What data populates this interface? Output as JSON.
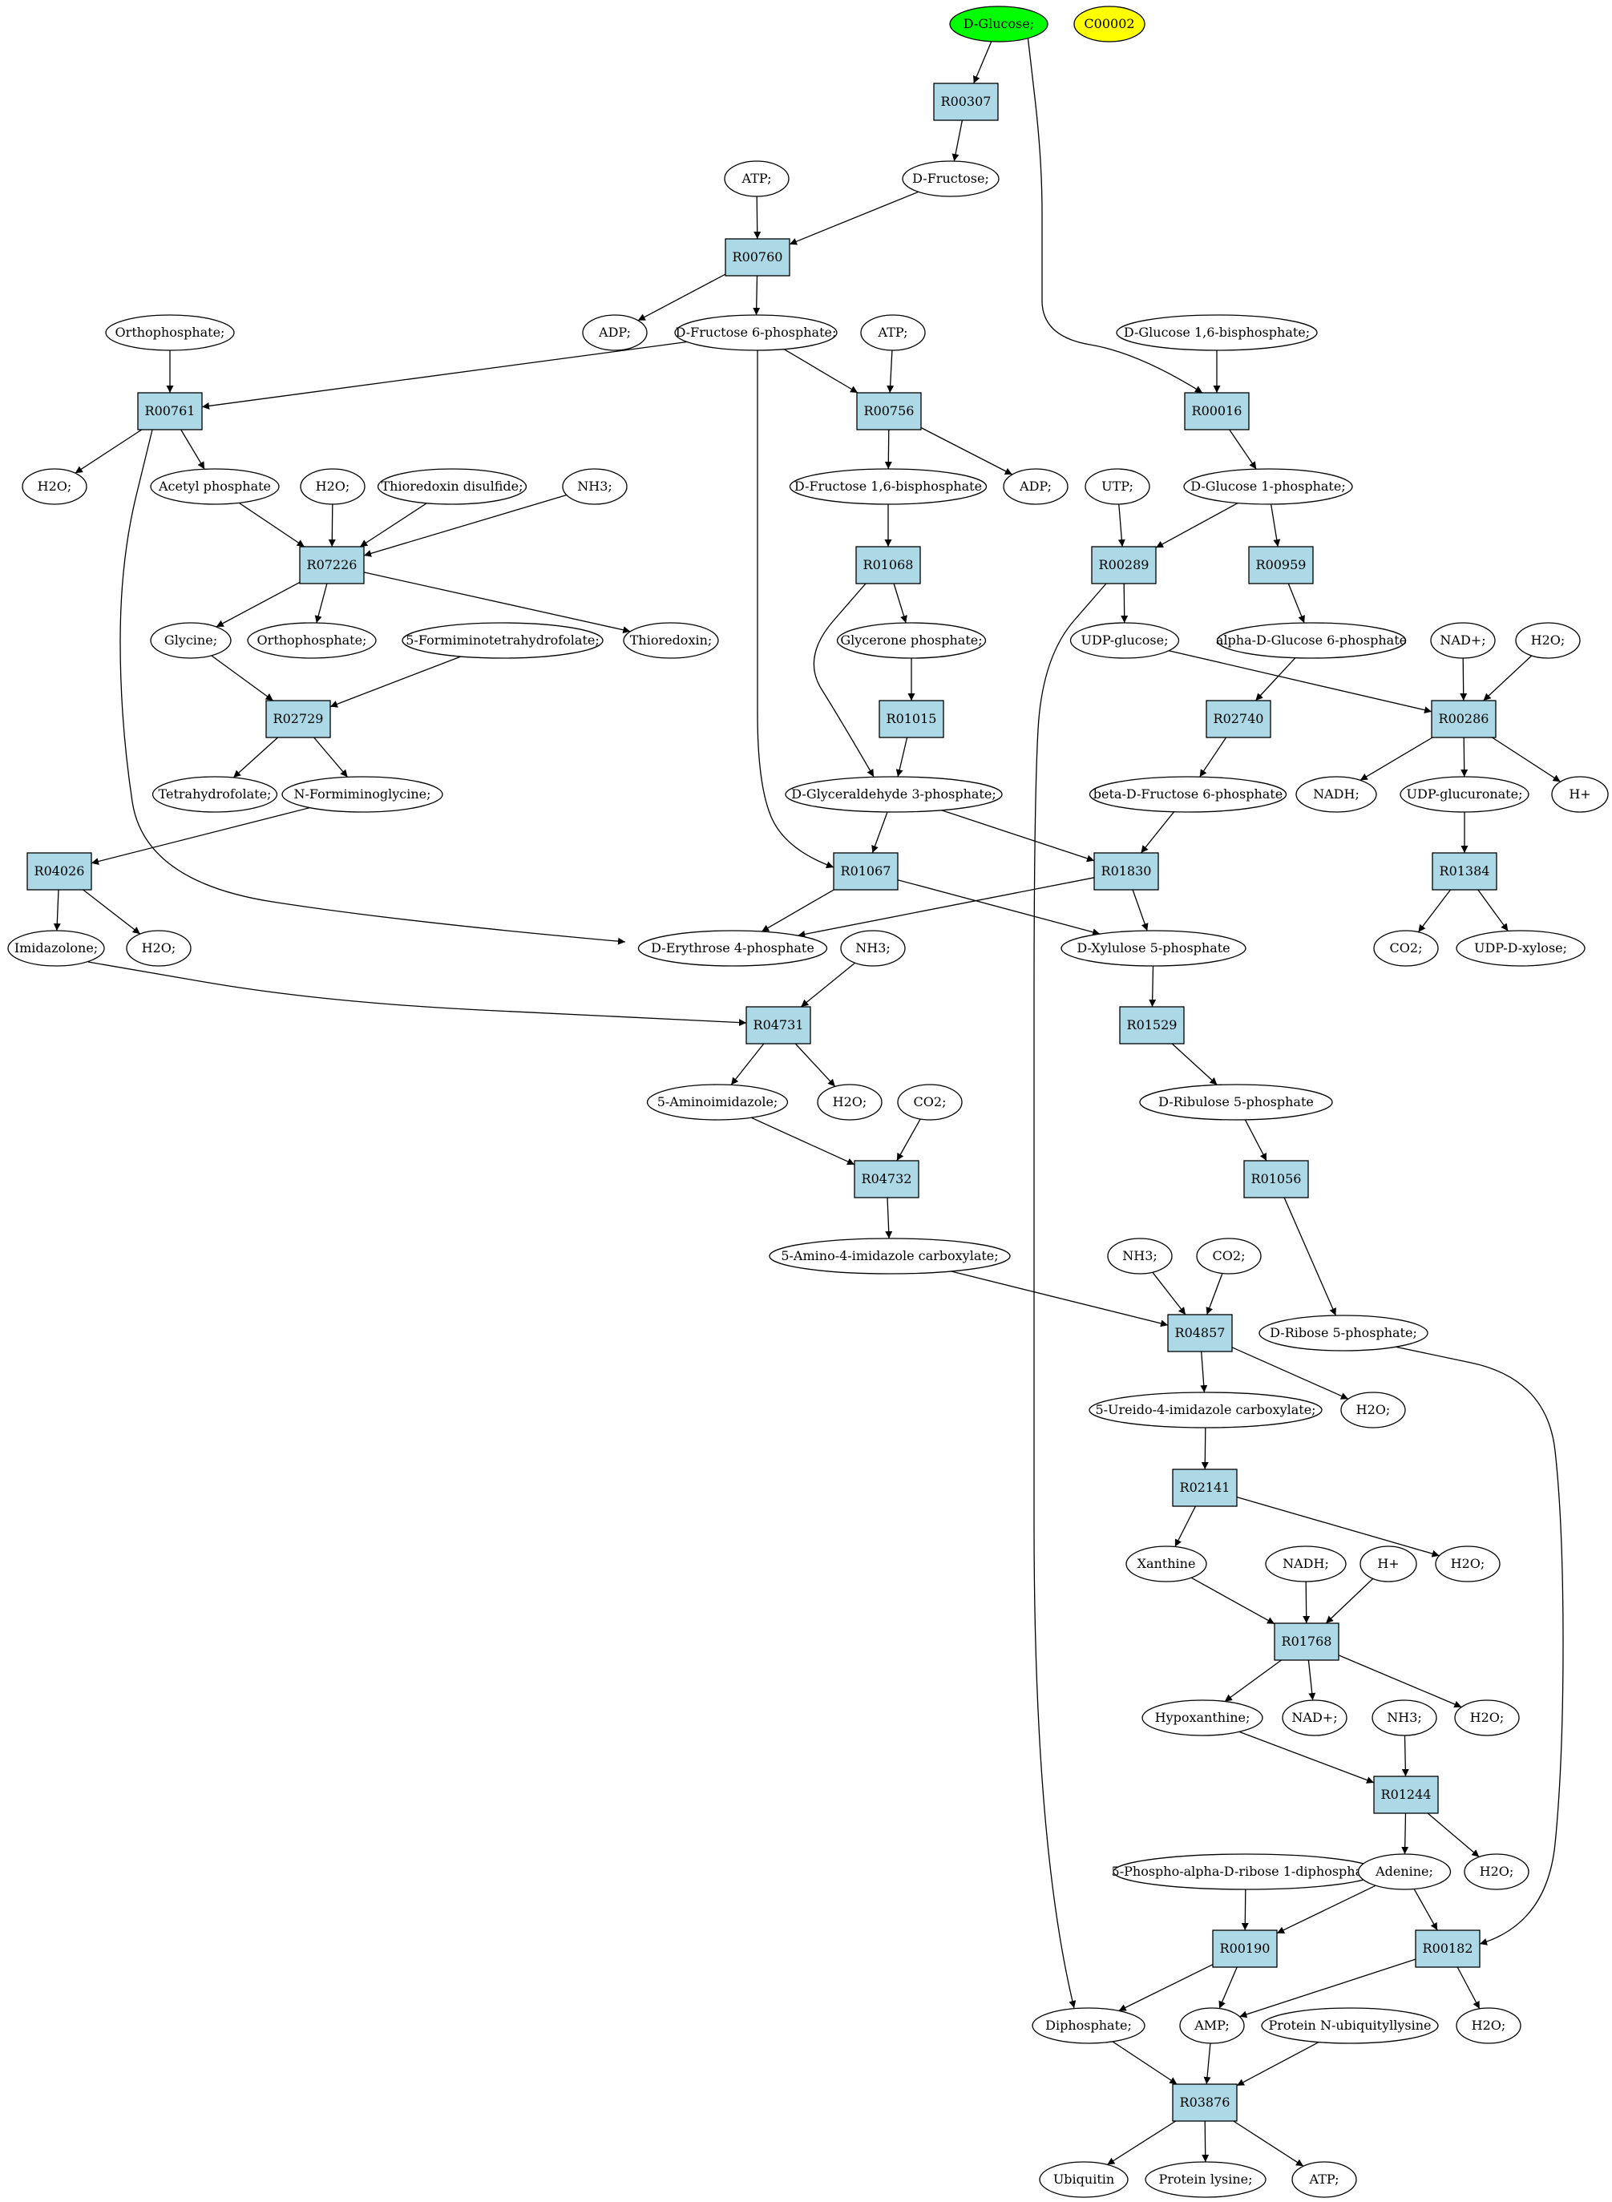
{
  "colors": {
    "reaction_fill": "#add8e6",
    "compound_fill": "#ffffff",
    "start_fill": "#00ff00",
    "highlight_fill": "#ffff00",
    "stroke": "#000000"
  },
  "nodes": [
    {
      "id": "dglucose",
      "type": "compound",
      "label": "D-Glucose;",
      "fill": "start"
    },
    {
      "id": "c00002",
      "type": "compound",
      "label": "C00002",
      "fill": "highlight"
    },
    {
      "id": "R00307",
      "type": "reaction",
      "label": "R00307"
    },
    {
      "id": "atp1",
      "type": "compound",
      "label": "ATP;"
    },
    {
      "id": "dfructose",
      "type": "compound",
      "label": "D-Fructose;"
    },
    {
      "id": "R00760",
      "type": "reaction",
      "label": "R00760"
    },
    {
      "id": "ortho1",
      "type": "compound",
      "label": "Orthophosphate;"
    },
    {
      "id": "adp1",
      "type": "compound",
      "label": "ADP;"
    },
    {
      "id": "f6p",
      "type": "compound",
      "label": "D-Fructose 6-phosphate;"
    },
    {
      "id": "atp2",
      "type": "compound",
      "label": "ATP;"
    },
    {
      "id": "g16bp",
      "type": "compound",
      "label": "D-Glucose 1,6-bisphosphate;"
    },
    {
      "id": "R00761",
      "type": "reaction",
      "label": "R00761"
    },
    {
      "id": "R00756",
      "type": "reaction",
      "label": "R00756"
    },
    {
      "id": "R00016",
      "type": "reaction",
      "label": "R00016"
    },
    {
      "id": "h2o1",
      "type": "compound",
      "label": "H2O;"
    },
    {
      "id": "acetylp",
      "type": "compound",
      "label": "Acetyl phosphate"
    },
    {
      "id": "h2o2",
      "type": "compound",
      "label": "H2O;"
    },
    {
      "id": "thiodis",
      "type": "compound",
      "label": "Thioredoxin disulfide;"
    },
    {
      "id": "nh3a",
      "type": "compound",
      "label": "NH3;"
    },
    {
      "id": "f16bp",
      "type": "compound",
      "label": "D-Fructose 1,6-bisphosphate"
    },
    {
      "id": "adp2",
      "type": "compound",
      "label": "ADP;"
    },
    {
      "id": "utp",
      "type": "compound",
      "label": "UTP;"
    },
    {
      "id": "g1p",
      "type": "compound",
      "label": "D-Glucose 1-phosphate;"
    },
    {
      "id": "R07226",
      "type": "reaction",
      "label": "R07226"
    },
    {
      "id": "R01068",
      "type": "reaction",
      "label": "R01068"
    },
    {
      "id": "R00289",
      "type": "reaction",
      "label": "R00289"
    },
    {
      "id": "R00959",
      "type": "reaction",
      "label": "R00959"
    },
    {
      "id": "glycine",
      "type": "compound",
      "label": "Glycine;"
    },
    {
      "id": "ortho2",
      "type": "compound",
      "label": "Orthophosphate;"
    },
    {
      "id": "formimino",
      "type": "compound",
      "label": "5-Formiminotetrahydrofolate;"
    },
    {
      "id": "thioredoxin",
      "type": "compound",
      "label": "Thioredoxin;"
    },
    {
      "id": "glyceronep",
      "type": "compound",
      "label": "Glycerone phosphate;"
    },
    {
      "id": "udpglc",
      "type": "compound",
      "label": "UDP-glucose;"
    },
    {
      "id": "ag6p",
      "type": "compound",
      "label": "alpha-D-Glucose 6-phosphate"
    },
    {
      "id": "nadp1",
      "type": "compound",
      "label": "NAD+;"
    },
    {
      "id": "h2o3",
      "type": "compound",
      "label": "H2O;"
    },
    {
      "id": "R02729",
      "type": "reaction",
      "label": "R02729"
    },
    {
      "id": "R01015",
      "type": "reaction",
      "label": "R01015"
    },
    {
      "id": "R02740",
      "type": "reaction",
      "label": "R02740"
    },
    {
      "id": "R00286",
      "type": "reaction",
      "label": "R00286"
    },
    {
      "id": "thf",
      "type": "compound",
      "label": "Tetrahydrofolate;"
    },
    {
      "id": "nfgly",
      "type": "compound",
      "label": "N-Formiminoglycine;"
    },
    {
      "id": "g3p",
      "type": "compound",
      "label": "D-Glyceraldehyde 3-phosphate;"
    },
    {
      "id": "bf6p",
      "type": "compound",
      "label": "beta-D-Fructose 6-phosphate"
    },
    {
      "id": "nadh1",
      "type": "compound",
      "label": "NADH;"
    },
    {
      "id": "udpglcur",
      "type": "compound",
      "label": "UDP-glucuronate;"
    },
    {
      "id": "hplus1",
      "type": "compound",
      "label": "H+"
    },
    {
      "id": "R04026",
      "type": "reaction",
      "label": "R04026"
    },
    {
      "id": "R01067",
      "type": "reaction",
      "label": "R01067"
    },
    {
      "id": "R01830",
      "type": "reaction",
      "label": "R01830"
    },
    {
      "id": "R01384",
      "type": "reaction",
      "label": "R01384"
    },
    {
      "id": "imidazolone",
      "type": "compound",
      "label": "Imidazolone;"
    },
    {
      "id": "h2o4",
      "type": "compound",
      "label": "H2O;"
    },
    {
      "id": "e4p",
      "type": "compound",
      "label": "D-Erythrose 4-phosphate"
    },
    {
      "id": "nh3b",
      "type": "compound",
      "label": "NH3;"
    },
    {
      "id": "xu5p",
      "type": "compound",
      "label": "D-Xylulose 5-phosphate"
    },
    {
      "id": "co2a",
      "type": "compound",
      "label": "CO2;"
    },
    {
      "id": "udpxyl",
      "type": "compound",
      "label": "UDP-D-xylose;"
    },
    {
      "id": "R04731",
      "type": "reaction",
      "label": "R04731"
    },
    {
      "id": "R01529",
      "type": "reaction",
      "label": "R01529"
    },
    {
      "id": "aminoimid",
      "type": "compound",
      "label": "5-Aminoimidazole;"
    },
    {
      "id": "h2o5",
      "type": "compound",
      "label": "H2O;"
    },
    {
      "id": "co2b",
      "type": "compound",
      "label": "CO2;"
    },
    {
      "id": "ru5p",
      "type": "compound",
      "label": "D-Ribulose 5-phosphate"
    },
    {
      "id": "R04732",
      "type": "reaction",
      "label": "R04732"
    },
    {
      "id": "R01056",
      "type": "reaction",
      "label": "R01056"
    },
    {
      "id": "aicarb",
      "type": "compound",
      "label": "5-Amino-4-imidazole carboxylate;"
    },
    {
      "id": "nh3c",
      "type": "compound",
      "label": "NH3;"
    },
    {
      "id": "co2c",
      "type": "compound",
      "label": "CO2;"
    },
    {
      "id": "r5p",
      "type": "compound",
      "label": "D-Ribose 5-phosphate;"
    },
    {
      "id": "R04857",
      "type": "reaction",
      "label": "R04857"
    },
    {
      "id": "uicarb",
      "type": "compound",
      "label": "5-Ureido-4-imidazole carboxylate;"
    },
    {
      "id": "h2o6",
      "type": "compound",
      "label": "H2O;"
    },
    {
      "id": "R02141",
      "type": "reaction",
      "label": "R02141"
    },
    {
      "id": "xanthine",
      "type": "compound",
      "label": "Xanthine"
    },
    {
      "id": "nadh2",
      "type": "compound",
      "label": "NADH;"
    },
    {
      "id": "hplus2",
      "type": "compound",
      "label": "H+"
    },
    {
      "id": "h2o7",
      "type": "compound",
      "label": "H2O;"
    },
    {
      "id": "R01768",
      "type": "reaction",
      "label": "R01768"
    },
    {
      "id": "hypox",
      "type": "compound",
      "label": "Hypoxanthine;"
    },
    {
      "id": "nadp2",
      "type": "compound",
      "label": "NAD+;"
    },
    {
      "id": "nh3d",
      "type": "compound",
      "label": "NH3;"
    },
    {
      "id": "h2o8",
      "type": "compound",
      "label": "H2O;"
    },
    {
      "id": "R01244",
      "type": "reaction",
      "label": "R01244"
    },
    {
      "id": "prpp",
      "type": "compound",
      "label": "5-Phospho-alpha-D-ribose 1-diphosphate;"
    },
    {
      "id": "adenine",
      "type": "compound",
      "label": "Adenine;"
    },
    {
      "id": "h2o9",
      "type": "compound",
      "label": "H2O;"
    },
    {
      "id": "R00190",
      "type": "reaction",
      "label": "R00190"
    },
    {
      "id": "R00182",
      "type": "reaction",
      "label": "R00182"
    },
    {
      "id": "diphos",
      "type": "compound",
      "label": "Diphosphate;"
    },
    {
      "id": "amp",
      "type": "compound",
      "label": "AMP;"
    },
    {
      "id": "protubq",
      "type": "compound",
      "label": "Protein N-ubiquityllysine"
    },
    {
      "id": "h2o10",
      "type": "compound",
      "label": "H2O;"
    },
    {
      "id": "R03876",
      "type": "reaction",
      "label": "R03876"
    },
    {
      "id": "ubiquitin",
      "type": "compound",
      "label": "Ubiquitin"
    },
    {
      "id": "protlys",
      "type": "compound",
      "label": "Protein lysine;"
    },
    {
      "id": "atp3",
      "type": "compound",
      "label": "ATP;"
    }
  ],
  "edges": [
    [
      "dglucose",
      "R00307"
    ],
    [
      "R00307",
      "dfructose"
    ],
    [
      "atp1",
      "R00760"
    ],
    [
      "dfructose",
      "R00760"
    ],
    [
      "R00760",
      "adp1"
    ],
    [
      "R00760",
      "f6p"
    ],
    [
      "dglucose",
      "R00016"
    ],
    [
      "g16bp",
      "R00016"
    ],
    [
      "ortho1",
      "R00761"
    ],
    [
      "f6p",
      "R00761"
    ],
    [
      "f6p",
      "R00756"
    ],
    [
      "atp2",
      "R00756"
    ],
    [
      "f6p",
      "R01067"
    ],
    [
      "R00761",
      "h2o1"
    ],
    [
      "R00761",
      "acetylp"
    ],
    [
      "R00761",
      "e4p"
    ],
    [
      "R00756",
      "f16bp"
    ],
    [
      "R00756",
      "adp2"
    ],
    [
      "R00016",
      "g1p"
    ],
    [
      "acetylp",
      "R07226"
    ],
    [
      "h2o2",
      "R07226"
    ],
    [
      "thiodis",
      "R07226"
    ],
    [
      "nh3a",
      "R07226"
    ],
    [
      "f16bp",
      "R01068"
    ],
    [
      "utp",
      "R00289"
    ],
    [
      "g1p",
      "R00289"
    ],
    [
      "g1p",
      "R00959"
    ],
    [
      "R07226",
      "glycine"
    ],
    [
      "R07226",
      "ortho2"
    ],
    [
      "R07226",
      "thioredoxin"
    ],
    [
      "R01068",
      "glyceronep"
    ],
    [
      "R01068",
      "g3p"
    ],
    [
      "R00289",
      "udpglc"
    ],
    [
      "R00289",
      "diphos"
    ],
    [
      "R00959",
      "ag6p"
    ],
    [
      "glycine",
      "R02729"
    ],
    [
      "formimino",
      "R02729"
    ],
    [
      "glyceronep",
      "R01015"
    ],
    [
      "ag6p",
      "R02740"
    ],
    [
      "udpglc",
      "R00286"
    ],
    [
      "nadp1",
      "R00286"
    ],
    [
      "h2o3",
      "R00286"
    ],
    [
      "R02729",
      "thf"
    ],
    [
      "R02729",
      "nfgly"
    ],
    [
      "R01015",
      "g3p"
    ],
    [
      "R02740",
      "bf6p"
    ],
    [
      "R00286",
      "nadh1"
    ],
    [
      "R00286",
      "udpglcur"
    ],
    [
      "R00286",
      "hplus1"
    ],
    [
      "nfgly",
      "R04026"
    ],
    [
      "g3p",
      "R01067"
    ],
    [
      "g3p",
      "R01830"
    ],
    [
      "bf6p",
      "R01830"
    ],
    [
      "udpglcur",
      "R01384"
    ],
    [
      "R04026",
      "imidazolone"
    ],
    [
      "R04026",
      "h2o4"
    ],
    [
      "R01067",
      "e4p"
    ],
    [
      "R01067",
      "xu5p"
    ],
    [
      "R01830",
      "e4p"
    ],
    [
      "R01830",
      "xu5p"
    ],
    [
      "R01384",
      "co2a"
    ],
    [
      "R01384",
      "udpxyl"
    ],
    [
      "imidazolone",
      "R04731"
    ],
    [
      "nh3b",
      "R04731"
    ],
    [
      "xu5p",
      "R01529"
    ],
    [
      "R04731",
      "aminoimid"
    ],
    [
      "R04731",
      "h2o5"
    ],
    [
      "R01529",
      "ru5p"
    ],
    [
      "aminoimid",
      "R04732"
    ],
    [
      "co2b",
      "R04732"
    ],
    [
      "ru5p",
      "R01056"
    ],
    [
      "R04732",
      "aicarb"
    ],
    [
      "R01056",
      "r5p"
    ],
    [
      "aicarb",
      "R04857"
    ],
    [
      "nh3c",
      "R04857"
    ],
    [
      "co2c",
      "R04857"
    ],
    [
      "R04857",
      "uicarb"
    ],
    [
      "R04857",
      "h2o6"
    ],
    [
      "uicarb",
      "R02141"
    ],
    [
      "R02141",
      "xanthine"
    ],
    [
      "R02141",
      "h2o7"
    ],
    [
      "xanthine",
      "R01768"
    ],
    [
      "nadh2",
      "R01768"
    ],
    [
      "hplus2",
      "R01768"
    ],
    [
      "R01768",
      "hypox"
    ],
    [
      "R01768",
      "nadp2"
    ],
    [
      "R01768",
      "h2o8"
    ],
    [
      "hypox",
      "R01244"
    ],
    [
      "nh3d",
      "R01244"
    ],
    [
      "R01244",
      "adenine"
    ],
    [
      "R01244",
      "h2o9"
    ],
    [
      "prpp",
      "R00190"
    ],
    [
      "adenine",
      "R00190"
    ],
    [
      "adenine",
      "R00182"
    ],
    [
      "r5p",
      "R00182"
    ],
    [
      "R00190",
      "diphos"
    ],
    [
      "R00190",
      "amp"
    ],
    [
      "R00182",
      "amp"
    ],
    [
      "R00182",
      "h2o10"
    ],
    [
      "diphos",
      "R03876"
    ],
    [
      "amp",
      "R03876"
    ],
    [
      "protubq",
      "R03876"
    ],
    [
      "R03876",
      "ubiquitin"
    ],
    [
      "R03876",
      "protlys"
    ],
    [
      "R03876",
      "atp3"
    ]
  ]
}
